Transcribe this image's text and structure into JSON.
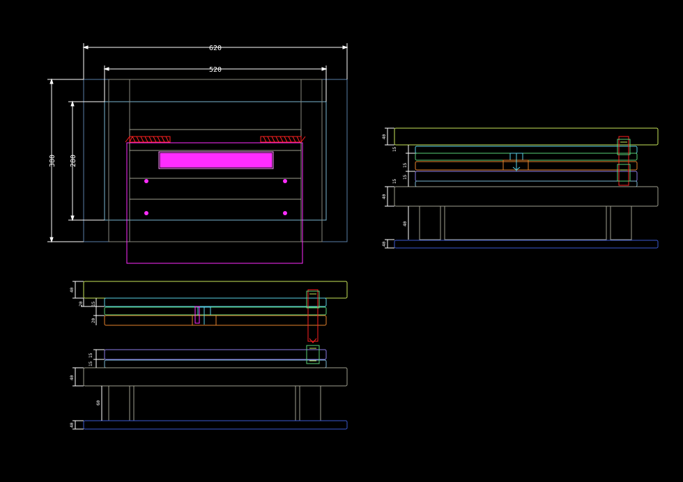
{
  "drawing": {
    "plan_view": {
      "outer_width": "620",
      "inner_width": "520",
      "outer_height": "380",
      "inner_height": "280"
    },
    "side_view_right": {
      "labels": [
        "40",
        "15",
        "15",
        "40",
        "15",
        "15",
        "40",
        "40"
      ]
    },
    "side_view_bottom": {
      "labels": [
        "40",
        "20",
        "15",
        "20",
        "15",
        "15",
        "40",
        "60",
        "40"
      ]
    }
  },
  "colors": {
    "background": "#000000",
    "dimension": "#ffffff",
    "plate_yellow_green": "#c8e65a",
    "plate_cyan": "#5ad2e6",
    "plate_green": "#5ad278",
    "plate_orange": "#e6822d",
    "plate_purple": "#8c7be6",
    "plate_grey": "#a0a090",
    "plate_blue": "#3c5ad2",
    "magenta": "#ff2dff",
    "red": "#ff2020"
  }
}
